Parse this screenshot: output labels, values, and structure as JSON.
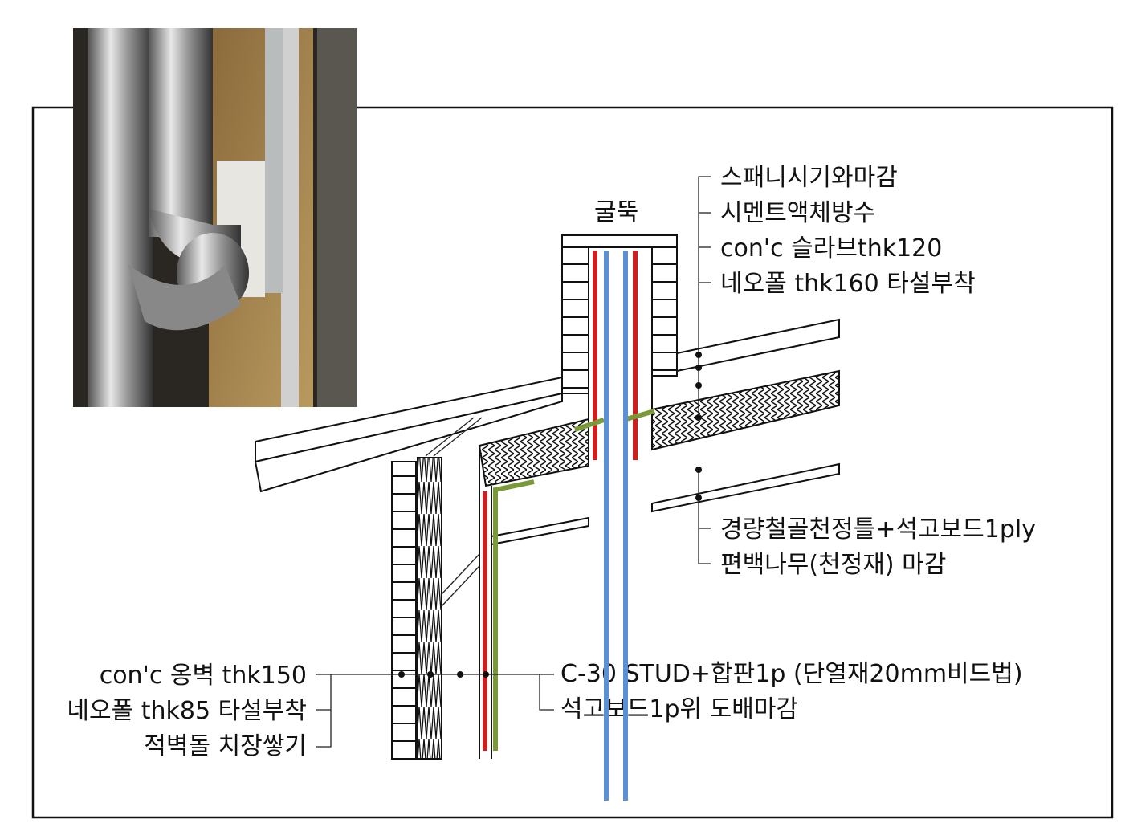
{
  "title": "굴뚝",
  "labels_top_right": [
    "스패니시기와마감",
    "시멘트액체방수",
    "con'c 슬라브thk120",
    "네오폴 thk160 타설부착"
  ],
  "labels_ceiling": [
    "경량철골천정틀+석고보드1ply",
    "편백나무(천정재) 마감"
  ],
  "labels_wall_left": [
    "con'c 옹벽 thk150",
    "네오폴 thk85 타설부착",
    "적벽돌 치장쌓기"
  ],
  "labels_wall_right": [
    "C-30 STUD+합판1p (단열재20mm비드법)",
    "석고보드1p위 도배마감"
  ],
  "colors": {
    "flue_pipe": "#5b8fd6",
    "insulation_red": "#cc1f1f",
    "finish_green": "#7a9a3a"
  }
}
